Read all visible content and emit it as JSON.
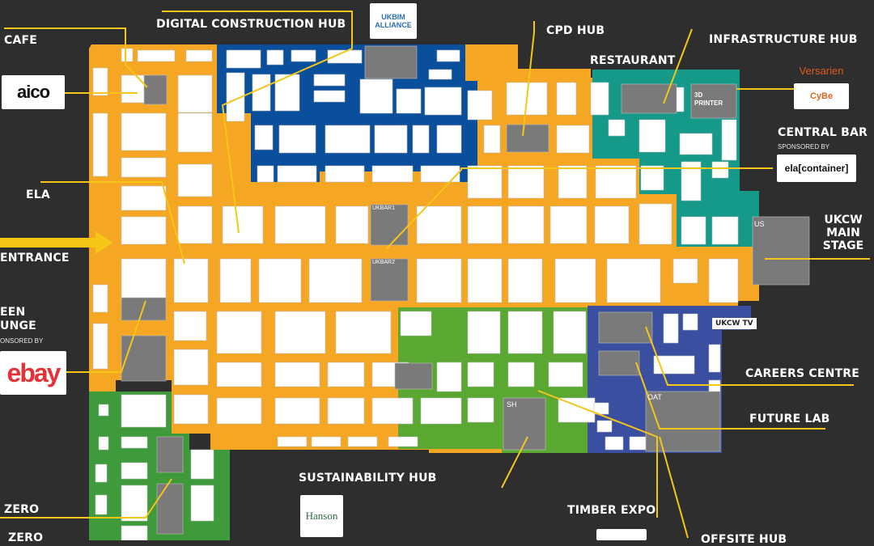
{
  "labels": {
    "cafe": "CAFE",
    "digital_hub": "DIGITAL CONSTRUCTION HUB",
    "cpd_hub": "CPD HUB",
    "infrastructure_hub": "INFRASTRUCTURE HUB",
    "restaurant": "RESTAURANT",
    "central_bar": "CENTRAL BAR",
    "sponsored_by": "SPONSORED BY",
    "ela": "ELA",
    "entrance": "ENTRANCE",
    "green_lounge_1": "EEN",
    "green_lounge_2": "UNGE",
    "green_sponsored": "ONSORED BY",
    "main_stage": [
      "UKCW",
      "MAIN",
      "STAGE"
    ],
    "careers_centre": "CAREERS CENTRE",
    "future_lab": "FUTURE LAB",
    "sustainability_hub": "SUSTAINABILITY HUB",
    "timber_expo": "TIMBER EXPO",
    "zero_1": "ZERO",
    "zero_2": "ZERO",
    "offsite_hub": "OFFSITE HUB",
    "ukcw_tv": "UKCW TV",
    "printer": "3D PRINTER",
    "us": "US",
    "oat": "OAT",
    "sh": "SH",
    "ukbar1": "UKBAR1",
    "ukbar2": "UKBAR2"
  },
  "logos": {
    "aico": "aico",
    "ebay": "ebay",
    "ela_container": "ela[container]",
    "versarien": "Versarien",
    "cybe": "CyBe",
    "ukbim": "UKBIM ALLIANCE",
    "hanson": "Hanson"
  },
  "colors": {
    "background": "#2e2e2e",
    "orange": "#f5a623",
    "blue": "#0a4f9c",
    "teal": "#159a8a",
    "green": "#5aa832",
    "purple": "#3b4fa0",
    "booth": "#ffffff",
    "feature": "#7a7a7a",
    "leader": "#f5c518"
  }
}
